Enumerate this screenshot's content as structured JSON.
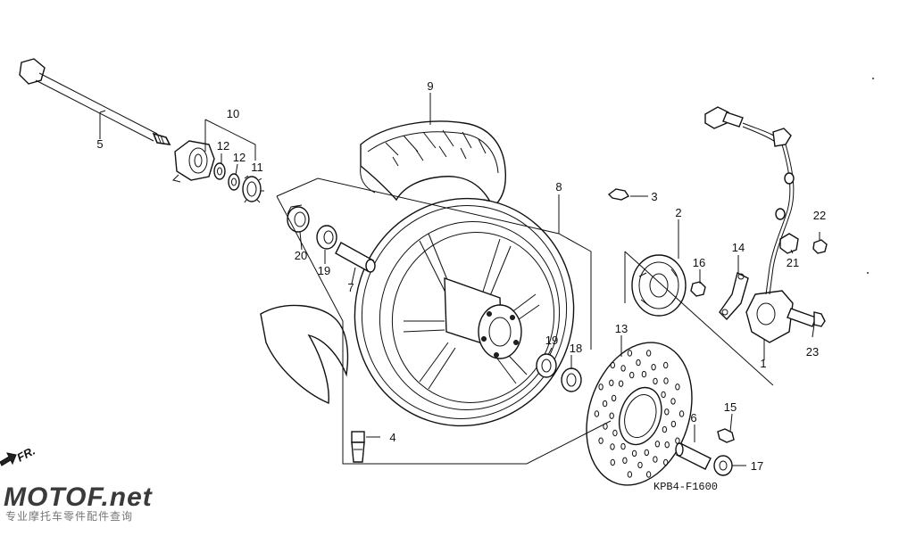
{
  "diagram": {
    "code": "KPB4-F1600",
    "direction_mark": "FR.",
    "labels": {
      "p1": "1",
      "p2": "2",
      "p3": "3",
      "p4": "4",
      "p5": "5",
      "p6": "6",
      "p7": "7",
      "p8": "8",
      "p9": "9",
      "p10": "10",
      "p11": "11",
      "p12a": "12",
      "p12b": "12",
      "p13": "13",
      "p14": "14",
      "p15": "15",
      "p16": "16",
      "p17": "17",
      "p18": "18",
      "p19a": "19",
      "p19b": "19",
      "p20": "20",
      "p21": "21",
      "p22": "22",
      "p23": "23"
    }
  },
  "watermark": {
    "brand": "MOTOF.net",
    "tagline": "专业摩托车零件配件查询"
  }
}
